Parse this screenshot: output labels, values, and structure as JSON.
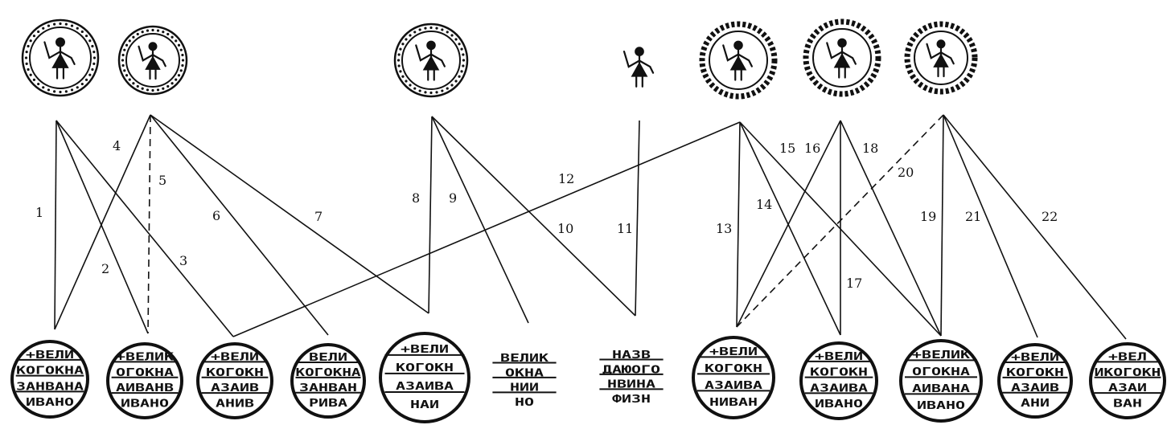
{
  "top_seals": [
    {
      "id": "T1",
      "style": "dotted-rim"
    },
    {
      "id": "T2",
      "style": "beaded-rim"
    },
    {
      "id": "T3",
      "style": "dotted-rim"
    },
    {
      "id": "T4",
      "style": "figure-only"
    },
    {
      "id": "T5",
      "style": "toothed-rim"
    },
    {
      "id": "T6",
      "style": "toothed-rim"
    },
    {
      "id": "T7",
      "style": "toothed-rim"
    }
  ],
  "bottom_seals": [
    {
      "id": "B1",
      "lines": [
        "+ВЕЛИ",
        "КОГОКНА",
        "ЗАНВАНА",
        "ИВАНО"
      ]
    },
    {
      "id": "B2",
      "lines": [
        "+ВЕЛИК",
        "ОГОКНА",
        "АИВАНВ",
        "ИВАНО"
      ]
    },
    {
      "id": "B3",
      "lines": [
        "+ВЕЛИ",
        "КОГОКН",
        "АЗАИВ",
        "АНИВ"
      ]
    },
    {
      "id": "B4",
      "lines": [
        "ВЕЛИ",
        "КОГОКНА",
        "ЗАНВАН",
        "РИВА"
      ]
    },
    {
      "id": "B5",
      "lines": [
        "+ВЕЛИ",
        "КОГОКН",
        "АЗАИВА",
        "НАИ"
      ]
    },
    {
      "id": "B6",
      "lines": [
        "ВЕЛИК",
        "ОКНА",
        "НИИ",
        "НО"
      ]
    },
    {
      "id": "B7",
      "lines": [
        "НАЗВ",
        "ДАЮОГО",
        "НВИНА",
        "ФИЗН"
      ]
    },
    {
      "id": "B8",
      "lines": [
        "+ВЕЛИ",
        "КОГОКН",
        "АЗАИВА",
        "НИВАН"
      ]
    },
    {
      "id": "B9",
      "lines": [
        "+ВЕЛИ",
        "КОГОКН",
        "АЗАИВА",
        "ИВАНО"
      ]
    },
    {
      "id": "B10",
      "lines": [
        "+ВЕЛИК",
        "ОГОКНА",
        "АИВАНА",
        "ИВАНО"
      ]
    },
    {
      "id": "B11",
      "lines": [
        "+ВЕЛИ",
        "КОГОКН",
        "АЗАИВ",
        "АНИ"
      ]
    },
    {
      "id": "B12",
      "lines": [
        "+ВЕЛ",
        "ИКОГОКН",
        "АЗАИ",
        "ВАН"
      ]
    }
  ],
  "connections": [
    {
      "label": "1",
      "from": "T1",
      "to": "B1",
      "style": "solid"
    },
    {
      "label": "2",
      "from": "T1",
      "to": "B2",
      "style": "solid"
    },
    {
      "label": "3",
      "from": "T1",
      "to": "B3",
      "style": "solid"
    },
    {
      "label": "4",
      "from": "T2",
      "to": "B1",
      "style": "solid"
    },
    {
      "label": "5",
      "from": "T2",
      "to": "B2",
      "style": "dashed"
    },
    {
      "label": "6",
      "from": "T2",
      "to": "B4",
      "style": "solid"
    },
    {
      "label": "7",
      "from": "T2",
      "to": "B5",
      "style": "solid"
    },
    {
      "label": "8",
      "from": "T3",
      "to": "B5",
      "style": "solid"
    },
    {
      "label": "9",
      "from": "T3",
      "to": "B6",
      "style": "solid"
    },
    {
      "label": "10",
      "from": "T3",
      "to": "B7",
      "style": "solid"
    },
    {
      "label": "11",
      "from": "T4",
      "to": "B7",
      "style": "solid"
    },
    {
      "label": "12",
      "from": "T5",
      "to": "B3",
      "style": "solid"
    },
    {
      "label": "13",
      "from": "T5",
      "to": "B8",
      "style": "solid"
    },
    {
      "label": "14",
      "from": "T5",
      "to": "B9",
      "style": "solid"
    },
    {
      "label": "15",
      "from": "T5",
      "to": "B10",
      "style": "solid"
    },
    {
      "label": "16",
      "from": "T6",
      "to": "B8",
      "style": "solid"
    },
    {
      "label": "17",
      "from": "T6",
      "to": "B9",
      "style": "solid"
    },
    {
      "label": "18",
      "from": "T6",
      "to": "B10",
      "style": "solid"
    },
    {
      "label": "19",
      "from": "T7",
      "to": "B10",
      "style": "solid"
    },
    {
      "label": "20",
      "from": "T7",
      "to": "B8",
      "style": "dashed"
    },
    {
      "label": "21",
      "from": "T7",
      "to": "B11",
      "style": "solid"
    },
    {
      "label": "22",
      "from": "T7",
      "to": "B12",
      "style": "solid"
    }
  ]
}
